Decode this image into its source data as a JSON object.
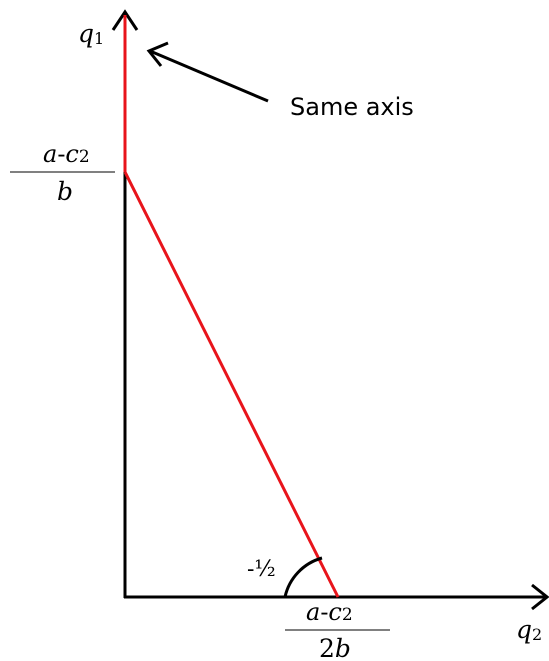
{
  "axes": {
    "y_label_var": "q",
    "y_label_sub": "1",
    "x_label_var": "q",
    "x_label_sub": "2"
  },
  "annotation": {
    "text": "Same axis"
  },
  "y_intercept": {
    "num_var_a": "a",
    "num_dash": "-",
    "num_var_c": "c",
    "num_sub": "2",
    "den": "b"
  },
  "x_intercept": {
    "num_var_a": "a",
    "num_dash": "-",
    "num_var_c": "c",
    "num_sub": "2",
    "den_coef": "2",
    "den_var": "b"
  },
  "slope": {
    "label": "-½"
  },
  "colors": {
    "axis": "#000000",
    "reaction_line": "#e8141b"
  }
}
